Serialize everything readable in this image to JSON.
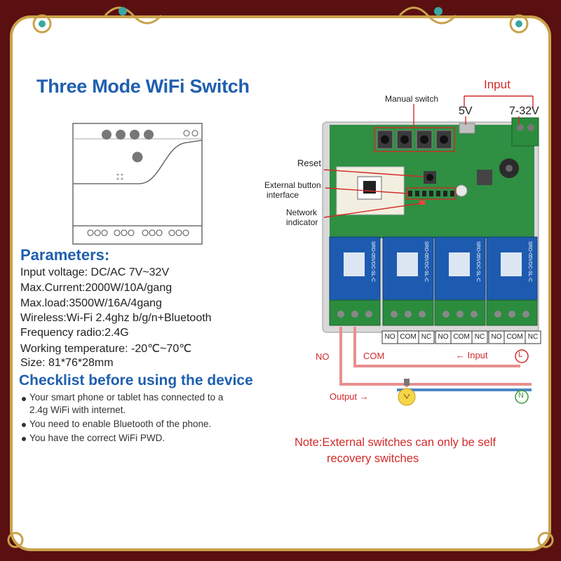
{
  "title": "Three Mode WiFi Switch",
  "parameters": {
    "heading": "Parameters:",
    "items": [
      "Input voltage:  DC/AC 7V~32V",
      "Max.Current:2000W/10A/gang",
      "Max.load:3500W/16A/4gang",
      "Wireless:Wi-Fi 2.4ghz b/g/n+Bluetooth",
      "Frequency radio:2.4G",
      "Working temperature: -20℃~70℃",
      "Size: 81*76*28mm"
    ]
  },
  "checklist": {
    "heading": "Checklist before using the device",
    "items": [
      "Your smart phone or tablet has connected to a",
      "2.4g WiFi with internet.",
      "You need to enable Bluetooth of the phone.",
      "You have the correct WiFi PWD."
    ]
  },
  "diagram": {
    "input_label": "Input",
    "manual_switch": "Manual switch",
    "v5": "5V",
    "v732": "7-32V",
    "reset": "Reset",
    "ext_button_1": "External button",
    "ext_button_2": "interface",
    "net_ind_1": "Network",
    "net_ind_2": "indicator",
    "terminal_no": "NO",
    "terminal_com": "COM",
    "terminal_nc": "NC",
    "wire_no": "NO",
    "wire_com": "COM",
    "wire_input": "←  Input",
    "line_l": "L",
    "output": "Output  →",
    "line_n": "N",
    "relay_text": "SRD-05VDC-SL-C"
  },
  "note": {
    "line1": "Note:External switches can only be self",
    "line2": "recovery switches"
  },
  "colors": {
    "brand_blue": "#1f5fae",
    "accent_red": "#d22a2a",
    "frame_gold": "#c9a24a",
    "frame_bg": "#5a0f10",
    "pcb_green": "#2f8f43",
    "relay_blue": "#1d5bb0",
    "wire_blue": "#4a86c8",
    "wire_pink": "#e88f8f",
    "neutral_green": "#3a9a3a"
  }
}
